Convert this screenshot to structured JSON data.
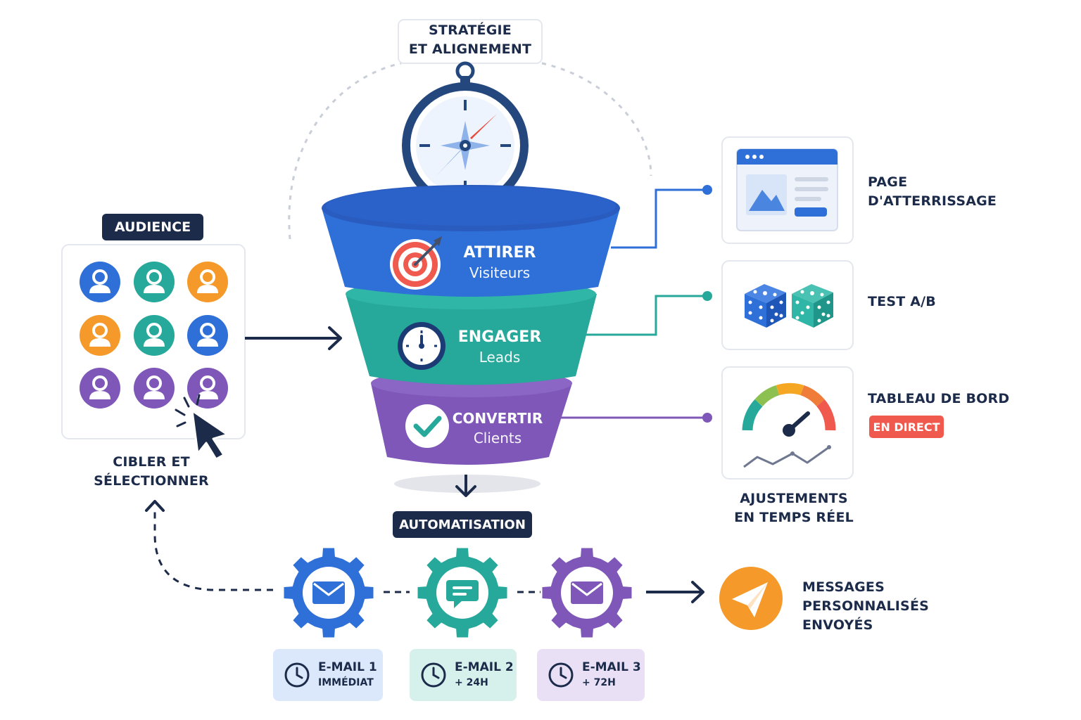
{
  "colors": {
    "navy": "#1c2b4a",
    "blue": "#2e6fd8",
    "teal": "#26a89a",
    "purple": "#7e57b8",
    "orange": "#f59a2a",
    "red": "#f05a4e"
  },
  "strategy": {
    "line1": "STRATÉGIE",
    "line2": "ET ALIGNEMENT"
  },
  "audience": {
    "badge": "AUDIENCE",
    "caption_line1": "CIBLER ET",
    "caption_line2": "SÉLECTIONNER",
    "avatar_colors": [
      "blue",
      "teal",
      "orange",
      "orange",
      "teal",
      "blue",
      "purple",
      "purple",
      "purple"
    ]
  },
  "funnel": {
    "stages": [
      {
        "title": "ATTIRER",
        "subtitle": "Visiteurs",
        "icon": "target-icon"
      },
      {
        "title": "ENGAGER",
        "subtitle": "Leads",
        "icon": "clock-icon"
      },
      {
        "title": "CONVERTIR",
        "subtitle": "Clients",
        "icon": "check-icon"
      }
    ]
  },
  "tools": {
    "landing_page": {
      "line1": "PAGE",
      "line2": "D'ATTERRISSAGE",
      "icon": "browser-window-icon"
    },
    "ab_test": {
      "label": "TEST A/B",
      "icon": "dice-icon"
    },
    "dashboard": {
      "label": "TABLEAU DE BORD",
      "badge": "EN DIRECT",
      "icon": "gauge-icon"
    },
    "realtime_line1": "AJUSTEMENTS",
    "realtime_line2": "EN TEMPS RÉEL"
  },
  "automation": {
    "badge": "AUTOMATISATION",
    "emails": [
      {
        "title": "E-MAIL 1",
        "delay": "IMMÉDIAT",
        "icon": "envelope-icon"
      },
      {
        "title": "E-MAIL 2",
        "delay": "+ 24H",
        "icon": "chat-icon"
      },
      {
        "title": "E-MAIL 3",
        "delay": "+ 72H",
        "icon": "envelope-icon"
      }
    ]
  },
  "messages": {
    "line1": "MESSAGES",
    "line2": "PERSONNALISÉS",
    "line3": "ENVOYÉS",
    "icon": "paper-plane-icon"
  }
}
